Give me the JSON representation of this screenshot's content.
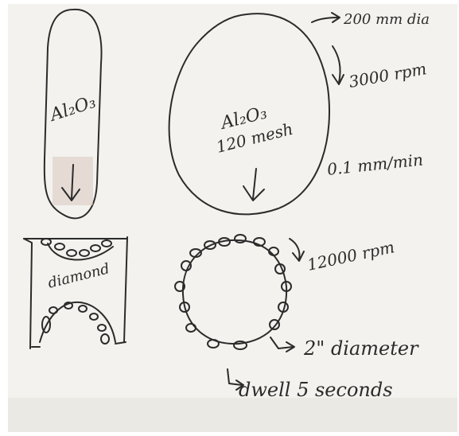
{
  "paper_color": "#f3f2ee",
  "ink_color": "#2b2b2b",
  "left_top": {
    "label": "Al₂O₃"
  },
  "right_top": {
    "label_line1": "Al₂O₃",
    "label_line2": "120 mesh",
    "annotation_size": "200 mm dia",
    "annotation_speed": "3000 rpm",
    "annotation_feed": "0.1 mm/min"
  },
  "left_bottom": {
    "label": "diamond"
  },
  "right_bottom": {
    "annotation_speed": "12000 rpm",
    "annotation_size": "2\" diameter",
    "annotation_dwell": "dwell 5 seconds"
  },
  "icons": {
    "arrow": "arrow-icon",
    "rotation_arrow": "rotation-arrow-icon",
    "grain": "diamond-grain-icon"
  }
}
